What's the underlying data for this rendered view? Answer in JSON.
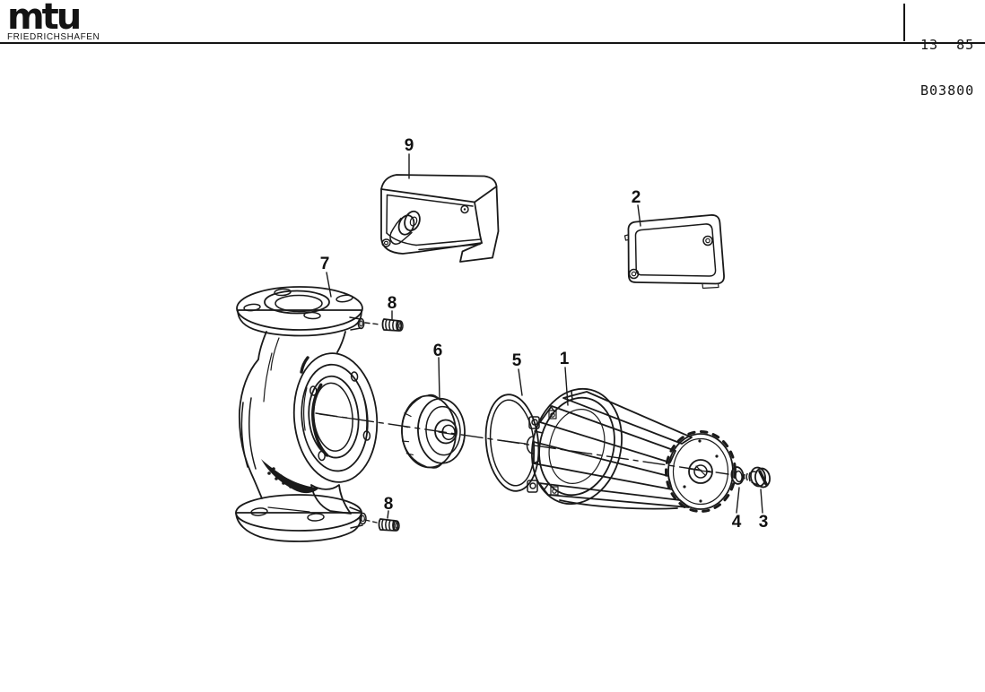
{
  "header": {
    "logo": "mtu",
    "logo_sub": "FRIEDRICHSHAFEN",
    "doc_number_top": "13  85",
    "doc_number_bottom": "B03800"
  },
  "callouts": {
    "c1": "1",
    "c2": "2",
    "c3": "3",
    "c4": "4",
    "c5": "5",
    "c6": "6",
    "c7": "7",
    "c8a": "8",
    "c8b": "8",
    "c9": "9"
  },
  "colors": {
    "ink": "#1a1a1a",
    "background": "#ffffff"
  }
}
